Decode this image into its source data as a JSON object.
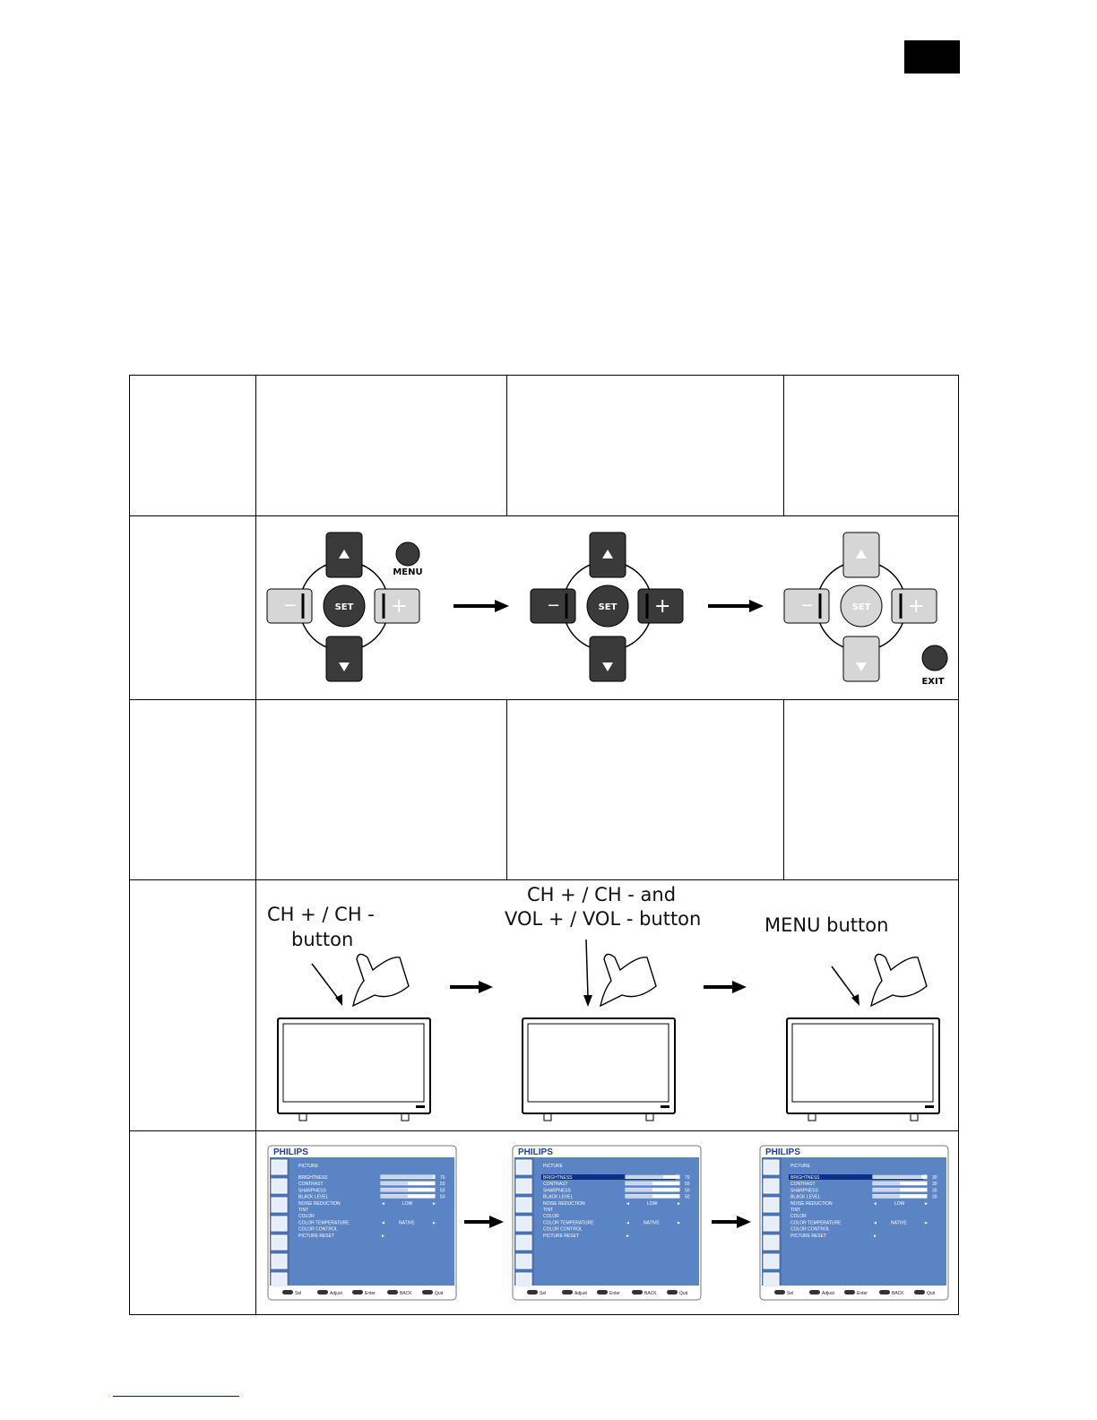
{
  "table": {
    "row_keypad": {
      "menu_label": "MENU",
      "set_label": "SET",
      "exit_label": "EXIT"
    },
    "row_hands": {
      "step1": [
        "CH + / CH -",
        "button"
      ],
      "step2": [
        "CH + / CH - and",
        "VOL + / VOL - button"
      ],
      "step3": [
        "MENU button"
      ]
    },
    "row_osd": {
      "brand": "PHILIPS",
      "menu_title": "PICTURE",
      "items": [
        "BRIGHTNESS",
        "CONTRAST",
        "SHARPNESS",
        "BLACK LEVEL",
        "NOISE REDUCTION",
        "TINT",
        "COLOR",
        "COLOR TEMPERATURE",
        "COLOR CONTROL",
        "PICTURE RESET"
      ],
      "values_screen1": [
        "70",
        "50",
        "50",
        "50"
      ],
      "values_screen2": [
        "70",
        "50",
        "50",
        "50"
      ],
      "values_screen3": [
        "30",
        "30",
        "30",
        "30"
      ],
      "noise_reduction_value": "LOW",
      "color_temperature_value": "NATIVE",
      "footer": [
        "Sel",
        "Adjust",
        "Enter",
        "BACK",
        "Quit"
      ]
    }
  },
  "colors": {
    "osd_background": "#5b84c4",
    "button_dark": "#3a3a3a",
    "button_light": "#d6d6d6"
  }
}
